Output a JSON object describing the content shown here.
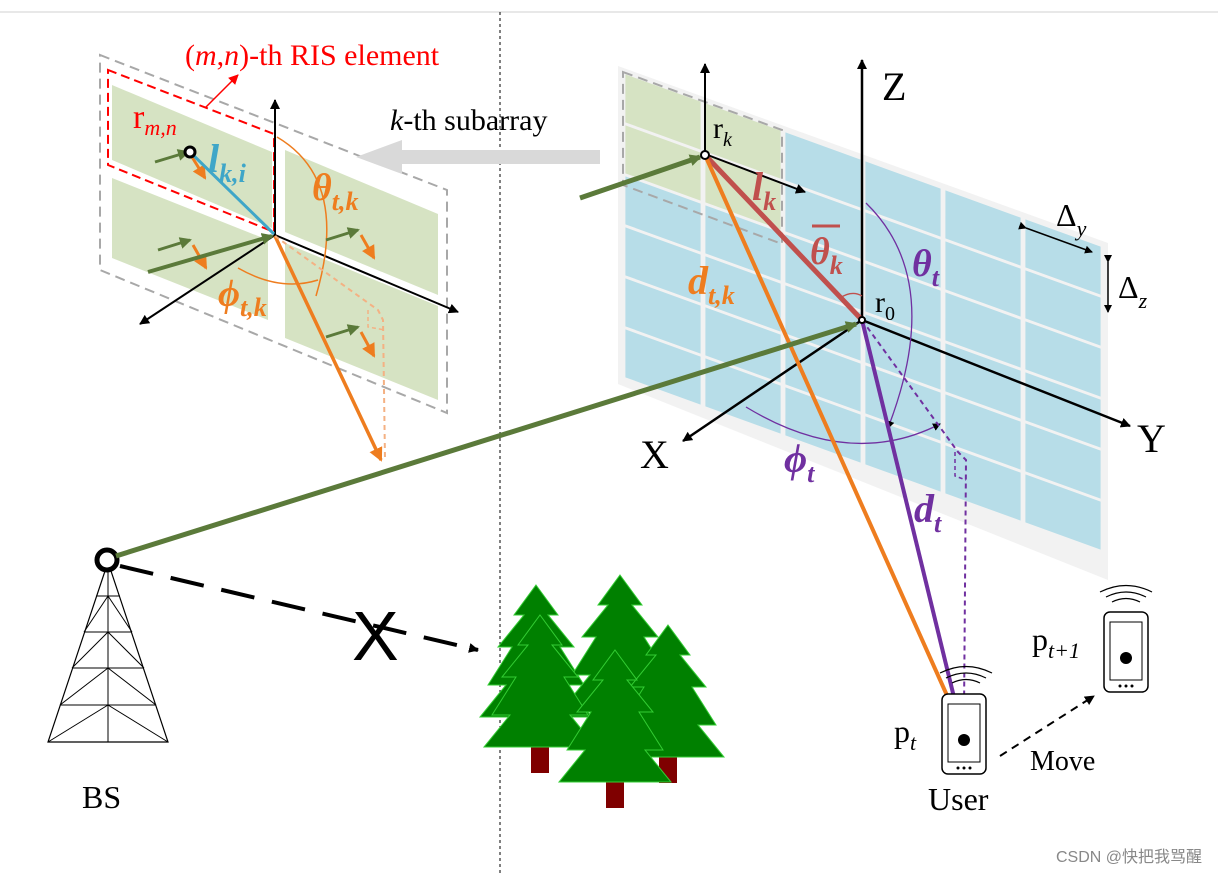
{
  "colors": {
    "panel_green": "#d6e3c3",
    "panel_blue": "#b7dde8",
    "arrow_green": "#5b7a3a",
    "orange": "#ee7d1f",
    "red_vector": "#c0504d",
    "purple": "#7030a0",
    "light_blue": "#3fa6c8",
    "red_label": "#ff0000",
    "tree_green": "#008000",
    "trunk": "#7f0000"
  },
  "labels": {
    "ris_element": {
      "prefix": "(",
      "m": "m",
      "comma": ",",
      "n": "n",
      "suffix": ")-th RIS element"
    },
    "r_mn": {
      "base": "r",
      "sub": "m,n"
    },
    "l_ki": {
      "base": "l",
      "sub": "k,i"
    },
    "theta_tk": {
      "base": "θ",
      "sub": "t,k"
    },
    "phi_tk": {
      "base": "ϕ",
      "sub": "t,k"
    },
    "subarray": {
      "k": "k",
      "text": "-th subarray"
    },
    "r_k": {
      "base": "r",
      "sub": "k"
    },
    "l_k": {
      "base": "l",
      "sub": "k"
    },
    "theta_bar_k": {
      "base": "θ",
      "sub": "k"
    },
    "theta_t": {
      "base": "θ",
      "sub": "t"
    },
    "d_tk": {
      "base": "d",
      "sub": "t,k"
    },
    "r_0": {
      "base": "r",
      "sub": "0"
    },
    "phi_t": {
      "base": "ϕ",
      "sub": "t"
    },
    "d_t": {
      "base": "d",
      "sub": "t"
    },
    "axis_z": "Z",
    "axis_y": "Y",
    "axis_x": "X",
    "delta_y": {
      "base": "Δ",
      "sub": "y"
    },
    "delta_z": {
      "base": "Δ",
      "sub": "z"
    },
    "p_t1": {
      "base": "p",
      "sub": "t+1"
    },
    "p_t": {
      "base": "p",
      "sub": "t"
    },
    "move": "Move",
    "user": "User",
    "bs": "BS",
    "blocked": "X",
    "watermark": "CSDN @快把我骂醒"
  }
}
